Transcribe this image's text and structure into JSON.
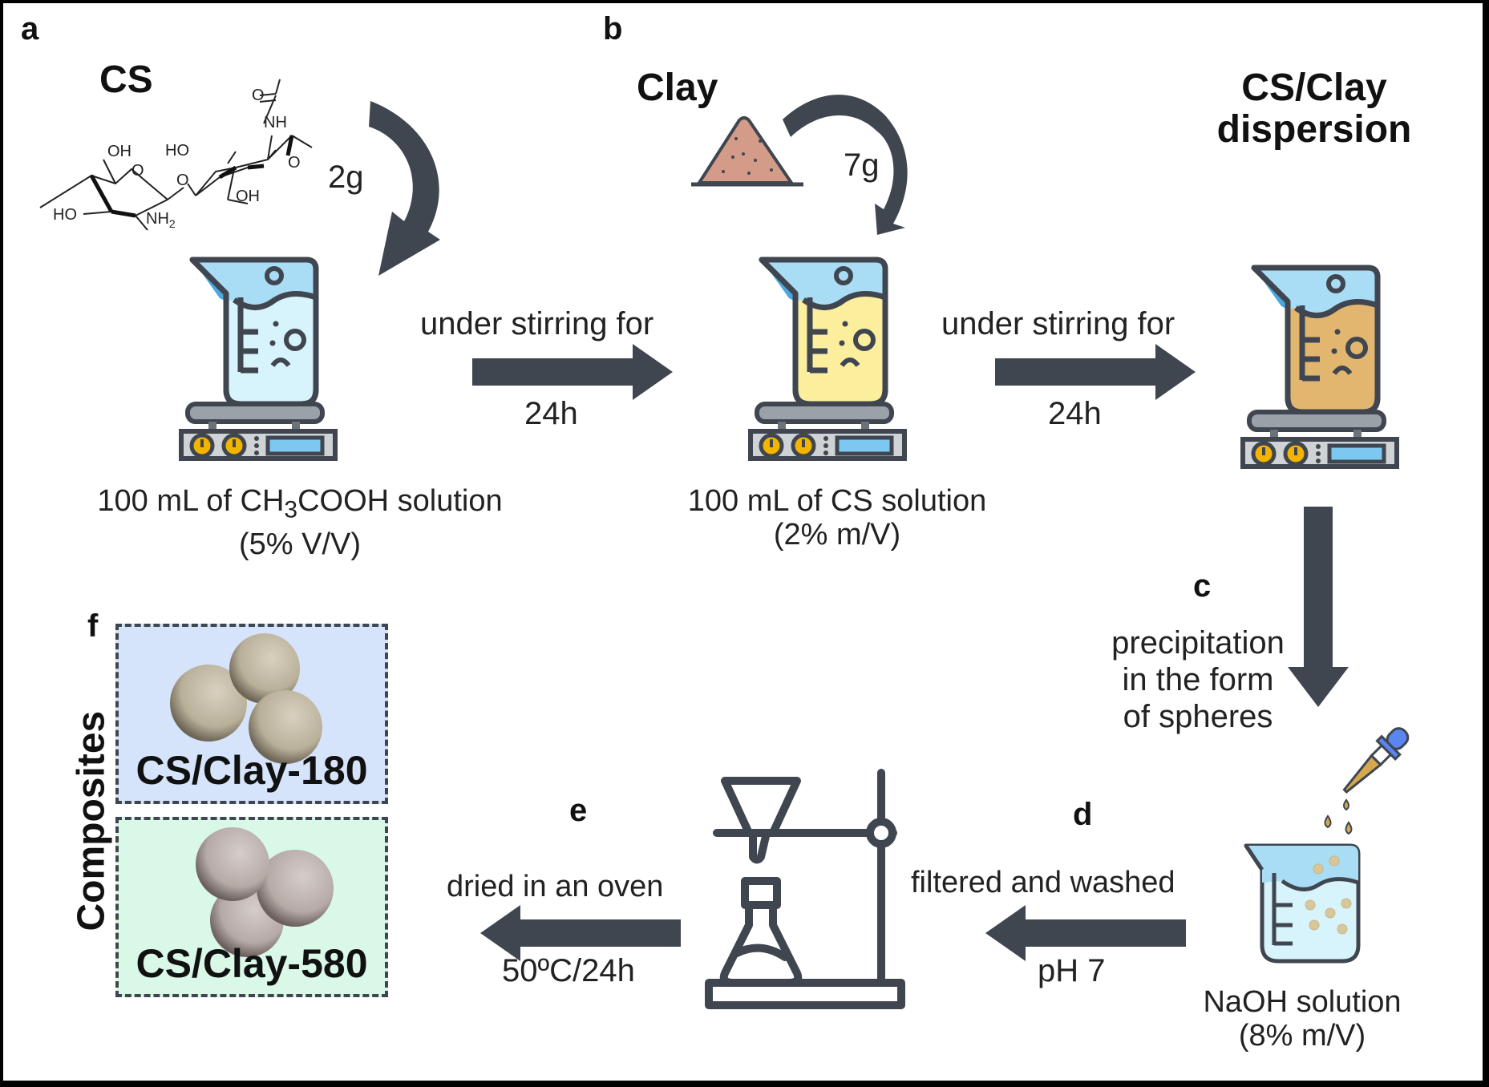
{
  "panels": {
    "a": {
      "letter": "a",
      "title": "CS",
      "molecule_labels": {
        "o_carbonyl": "O",
        "nh": "NH",
        "oh1": "OH",
        "ho1": "HO",
        "o_ring1": "O",
        "o_link": "O",
        "o_ring2": "O",
        "oh2": "OH",
        "ho2": "HO",
        "nh2": "NH",
        "nh2_sub": "2"
      },
      "amount": "2g",
      "caption_line1_pre": "100 mL of CH",
      "caption_line1_sub": "3",
      "caption_line1_post": "COOH solution",
      "caption_line2": "(5% V/V)"
    },
    "b": {
      "letter": "b",
      "title": "Clay",
      "amount": "7g",
      "caption_line1": "100 mL of CS solution",
      "caption_line2": "(2% m/V)"
    },
    "dispersion": {
      "title_line1": "CS/Clay",
      "title_line2": "dispersion"
    },
    "c": {
      "letter": "c",
      "line1": "precipitation",
      "line2": "in the form",
      "line3": "of spheres"
    },
    "d": {
      "letter": "d",
      "above": "filtered and washed",
      "below": "pH 7",
      "naoh_line1": "NaOH solution",
      "naoh_line2": "(8% m/V)"
    },
    "e": {
      "letter": "e",
      "above": "dried in an oven",
      "below": "50ºC/24h"
    },
    "f": {
      "letter": "f",
      "group_label": "Composites",
      "composites": [
        {
          "label": "CS/Clay-180",
          "bg": "#d6e4fb",
          "sphere": "#c6bda8"
        },
        {
          "label": "CS/Clay-580",
          "bg": "#d9f8e8",
          "sphere": "#c3b7b3"
        }
      ]
    }
  },
  "arrows": {
    "stir1_above": "under stirring for",
    "stir1_below": "24h",
    "stir2_above": "under stirring for",
    "stir2_below": "24h"
  },
  "colors": {
    "arrow": "#3f4650",
    "outline": "#3f4650",
    "beaker_blue": "#a9dcf5",
    "beaker_light": "#d7f3fb",
    "beaker_yellow": "#fbef9e",
    "beaker_tan": "#e3b670",
    "clay": "#d49c88",
    "knob": "#f3b400"
  }
}
